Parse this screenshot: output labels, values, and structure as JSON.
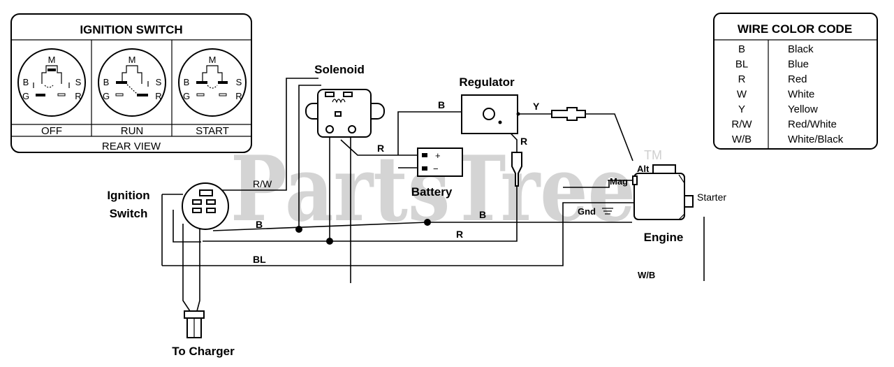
{
  "ignition_panel": {
    "title": "IGNITION SWITCH",
    "positions": [
      {
        "name": "OFF"
      },
      {
        "name": "RUN"
      },
      {
        "name": "START"
      }
    ],
    "terminal_top": "M",
    "terminal_b": "B",
    "terminal_g": "G",
    "terminal_s": "S",
    "terminal_r": "R",
    "footer": "REAR VIEW"
  },
  "components": {
    "solenoid": "Solenoid",
    "regulator": "Regulator",
    "battery": "Battery",
    "battery_plus": "+",
    "battery_minus": "−",
    "ignition_switch_line1": "Ignition",
    "ignition_switch_line2": "Switch",
    "engine": "Engine",
    "to_charger": "To Charger"
  },
  "engine_terminals": {
    "alt": "Alt",
    "mag": "Mag",
    "gnd": "Gnd",
    "starter": "Starter"
  },
  "wire_labels": {
    "rw": "R/W",
    "b_left": "B",
    "r_mid": "R",
    "b_top": "B",
    "y_top": "Y",
    "r_regulator": "R",
    "b_right": "B",
    "bl": "BL",
    "wb": "W/B",
    "r_battery": "R"
  },
  "wire_color_code": {
    "title": "WIRE COLOR CODE",
    "rows": [
      {
        "code": "B",
        "color": "Black"
      },
      {
        "code": "BL",
        "color": "Blue"
      },
      {
        "code": "R",
        "color": "Red"
      },
      {
        "code": "W",
        "color": "White"
      },
      {
        "code": "Y",
        "color": "Yellow"
      },
      {
        "code": "R/W",
        "color": "Red/White"
      },
      {
        "code": "W/B",
        "color": "White/Black"
      }
    ]
  },
  "watermark": {
    "text": "PartsTree",
    "tm": "TM",
    "color": "#cccccc"
  }
}
